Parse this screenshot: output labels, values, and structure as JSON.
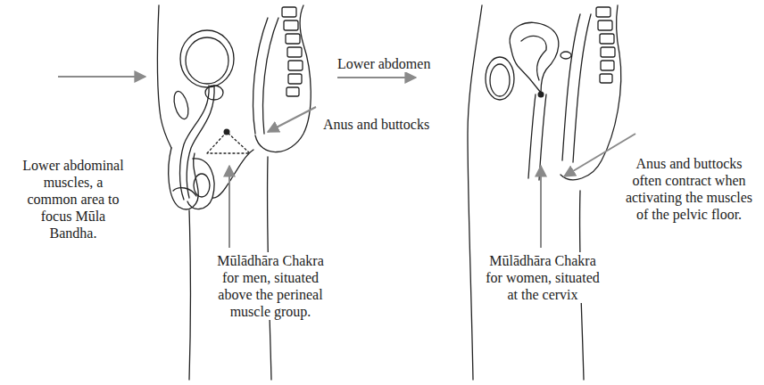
{
  "diagram": {
    "labels": [
      "Lower abdominal muscles, a common area to focus Mūla Bandha.",
      "Anus and buttocks",
      "Mūlādhāra Chakra for men, situated above the perineal muscle group.",
      "Lower abdomen",
      "Anus and buttocks often contract when activating the muscles of the pelvic floor.",
      "Mūlādhāra Chakra for women, situated at the cervix"
    ]
  }
}
